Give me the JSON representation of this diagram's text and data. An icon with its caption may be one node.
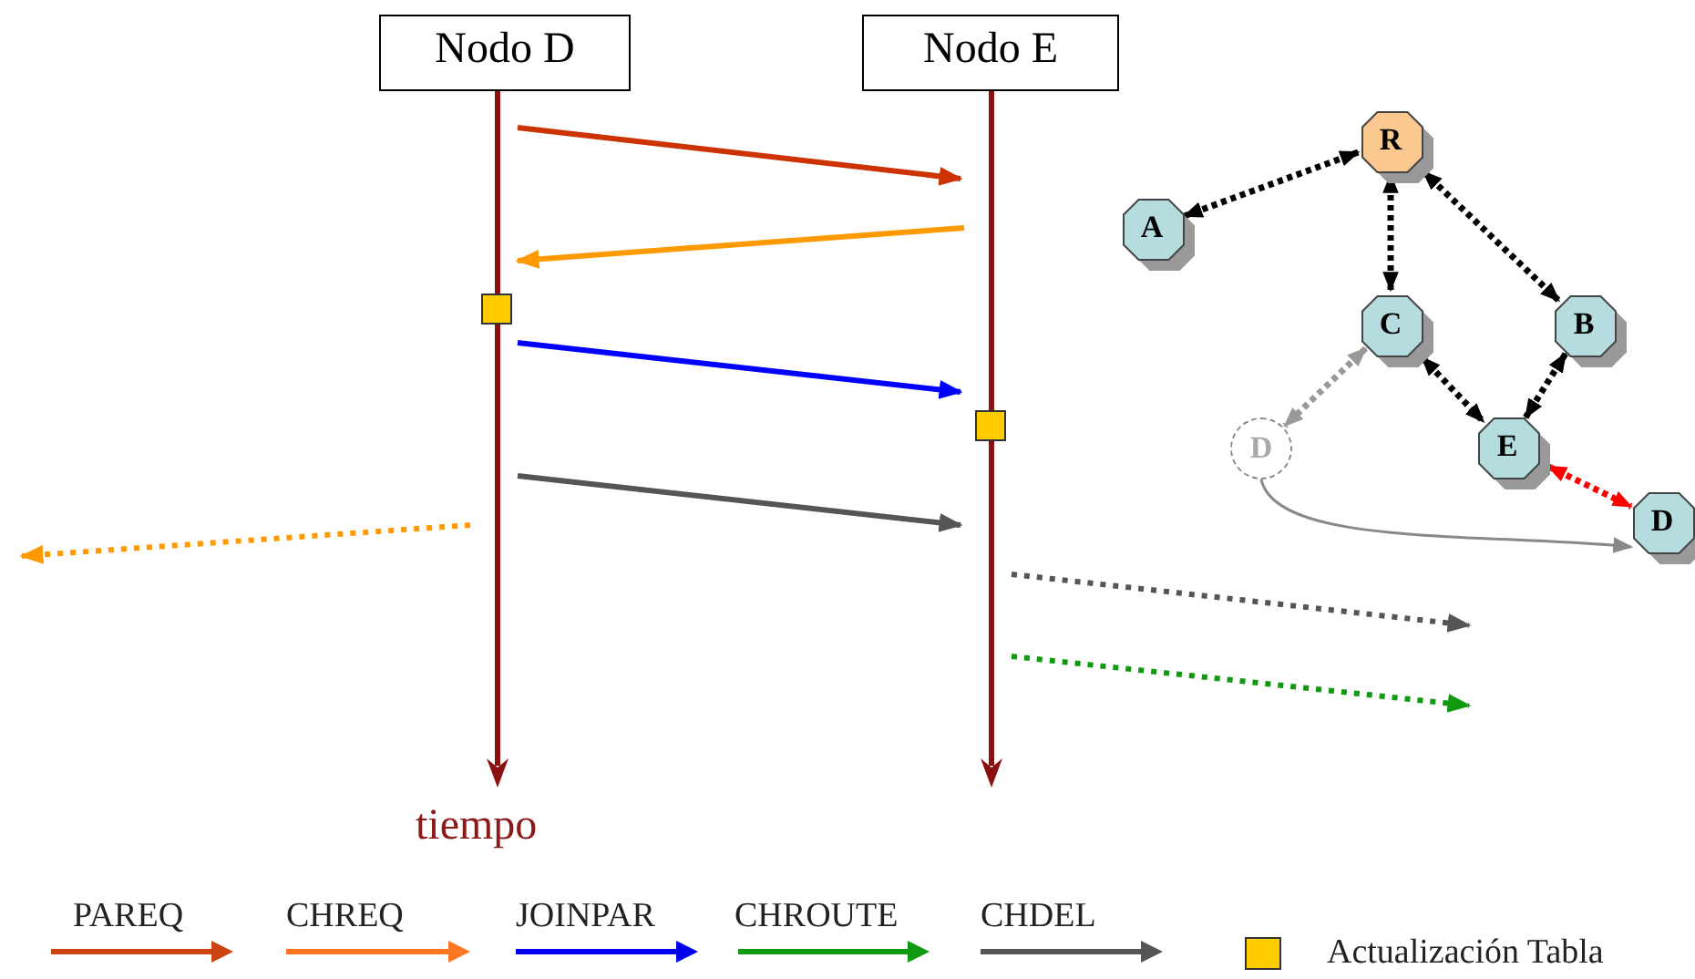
{
  "diagram": {
    "nodes": [
      {
        "text": [
          "Nodo D"
        ]
      },
      {
        "text": [
          "Nodo E"
        ]
      },
      {
        "text": [
          "R"
        ]
      },
      {
        "text": [
          "A"
        ]
      },
      {
        "text": [
          "C"
        ]
      },
      {
        "text": [
          "B"
        ]
      },
      {
        "text": [
          "D"
        ]
      },
      {
        "text": [
          "E"
        ]
      },
      {
        "text": [
          "D"
        ]
      }
    ],
    "edges": [
      {
        "from": 0,
        "to": 1,
        "arrow": "to",
        "color": "#cc3300"
      },
      {
        "from": 1,
        "to": 0,
        "arrow": "to",
        "color": "#ff9900"
      },
      {
        "from": 0,
        "to": 1,
        "arrow": "to",
        "color": "#0000ff"
      },
      {
        "from": 0,
        "to": 1,
        "arrow": "to",
        "color": "#555555"
      },
      {
        "from": 0,
        "to": null,
        "arrow": "to",
        "style": "dashed",
        "color": "#ff9900"
      },
      {
        "from": 1,
        "to": null,
        "arrow": "to",
        "style": "dashed",
        "color": "#555555"
      },
      {
        "from": 1,
        "to": null,
        "arrow": "to",
        "style": "dashed",
        "color": "#119911"
      },
      {
        "from": 2,
        "to": 3,
        "arrow": "both",
        "style": "dashed"
      },
      {
        "from": 2,
        "to": 4,
        "arrow": "both",
        "style": "dashed"
      },
      {
        "from": 2,
        "to": 5,
        "arrow": "both",
        "style": "dashed"
      },
      {
        "from": 4,
        "to": 6,
        "arrow": "both",
        "style": "dashed",
        "color": "#999999"
      },
      {
        "from": 4,
        "to": 7,
        "arrow": "both",
        "style": "dashed"
      },
      {
        "from": 5,
        "to": 7,
        "arrow": "both",
        "style": "dashed"
      },
      {
        "from": 7,
        "to": 8,
        "arrow": "both",
        "style": "dashed",
        "color": "#ff0000"
      },
      {
        "from": 6,
        "to": 8,
        "arrow": "to",
        "color": "#888888"
      }
    ],
    "labels": [
      "tiempo"
    ],
    "legend": [
      {
        "text": "PAREQ"
      },
      {
        "text": "CHREQ"
      },
      {
        "text": "JOINPAR"
      },
      {
        "text": "CHROUTE"
      },
      {
        "text": "CHDEL"
      },
      {
        "text": "Actualización Tabla",
        "color": "#ffcc00"
      }
    ]
  }
}
